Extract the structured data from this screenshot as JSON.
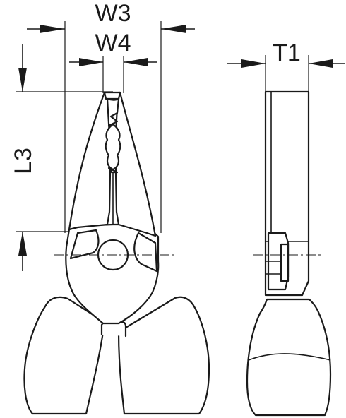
{
  "labels": {
    "w3": "W3",
    "w4": "W4",
    "t1": "T1",
    "l3": "L3"
  },
  "colors": {
    "line": "#1a1a1a",
    "background": "#ffffff"
  }
}
